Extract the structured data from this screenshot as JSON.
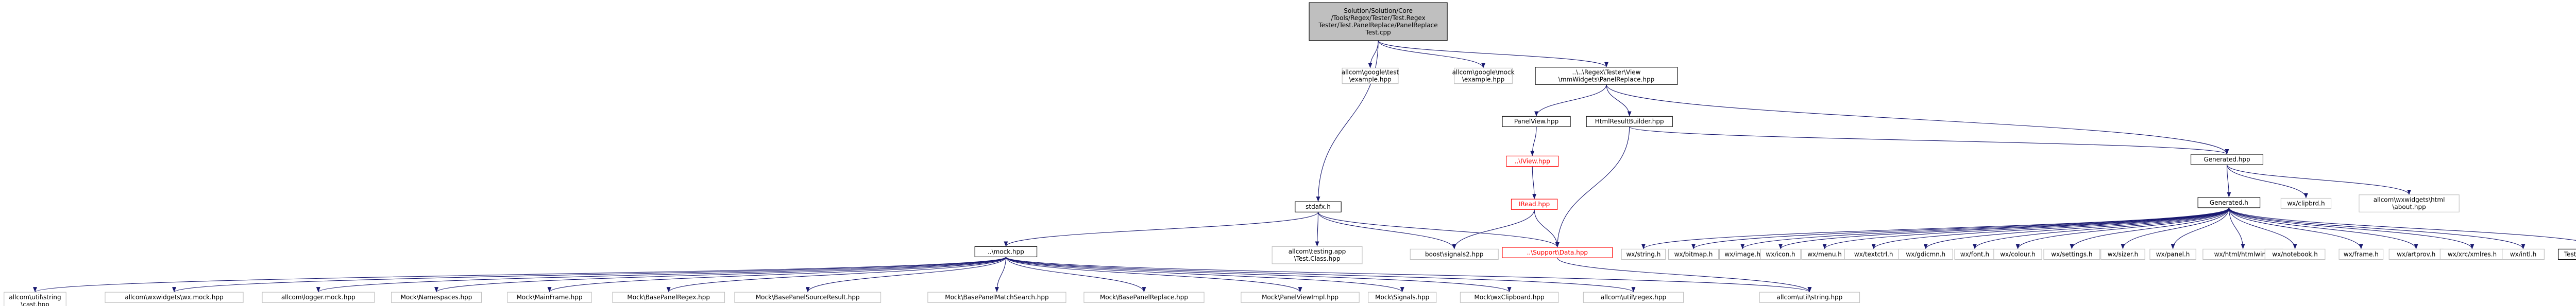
{
  "style": {
    "edge_color": "#191970",
    "text_color": "#000000",
    "normal_border": "#000000",
    "missing_border": "#bfbfbf",
    "broken_border": "#ff0000",
    "root_fill": "#bfbfbf",
    "normal_fill": "#ffffff"
  },
  "nodes": [
    {
      "id": "root",
      "kind": "root",
      "lines": [
        "Solution/Solution/Core",
        "/Tools/Regex/Tester/Test.Regex",
        "Tester/Test.PanelReplace/PanelReplace",
        "Test.cpp"
      ]
    },
    {
      "id": "gtest",
      "kind": "missing",
      "lines": [
        "allcom\\google\\test",
        "\\example.hpp"
      ]
    },
    {
      "id": "gmock",
      "kind": "missing",
      "lines": [
        "allcom\\google\\mock",
        "\\example.hpp"
      ]
    },
    {
      "id": "panelreplace",
      "kind": "normal",
      "lines": [
        "..\\..\\Regex\\Tester\\View",
        "\\mmWidgets\\PanelReplace.hpp"
      ]
    },
    {
      "id": "stdafx",
      "kind": "normal",
      "lines": [
        "stdafx.h"
      ]
    },
    {
      "id": "panelview",
      "kind": "normal",
      "lines": [
        "PanelView.hpp"
      ]
    },
    {
      "id": "htmlresult",
      "kind": "normal",
      "lines": [
        "HtmlResultBuilder.hpp"
      ]
    },
    {
      "id": "iview",
      "kind": "broken",
      "lines": [
        "..\\IView.hpp"
      ]
    },
    {
      "id": "iread",
      "kind": "broken",
      "lines": [
        "IRead.hpp"
      ]
    },
    {
      "id": "support",
      "kind": "broken",
      "lines": [
        "..\\Support\\Data.hpp"
      ]
    },
    {
      "id": "generatedhpp",
      "kind": "normal",
      "lines": [
        "Generated.hpp"
      ]
    },
    {
      "id": "clipbrd1",
      "kind": "missing",
      "lines": [
        "wx/clipbrd.h"
      ]
    },
    {
      "id": "htmlabout",
      "kind": "missing",
      "lines": [
        "allcom\\wxwidgets\\html",
        "\\about.hpp"
      ]
    },
    {
      "id": "generatedh",
      "kind": "normal",
      "lines": [
        "Generated.h"
      ]
    },
    {
      "id": "boostsignals",
      "kind": "missing",
      "lines": [
        "boost\\signals2.hpp"
      ]
    },
    {
      "id": "testclass",
      "kind": "missing",
      "lines": [
        "allcom\\testing.app",
        "\\Test.Class.hpp"
      ]
    },
    {
      "id": "mock",
      "kind": "normal",
      "lines": [
        "..\\mock.hpp"
      ]
    },
    {
      "id": "g_string",
      "kind": "missing",
      "lines": [
        "wx/string.h"
      ]
    },
    {
      "id": "g_bitmap",
      "kind": "missing",
      "lines": [
        "wx/bitmap.h"
      ]
    },
    {
      "id": "g_image",
      "kind": "missing",
      "lines": [
        "wx/image.h"
      ]
    },
    {
      "id": "g_icon",
      "kind": "missing",
      "lines": [
        "wx/icon.h"
      ]
    },
    {
      "id": "g_menu",
      "kind": "missing",
      "lines": [
        "wx/menu.h"
      ]
    },
    {
      "id": "g_textctrl",
      "kind": "missing",
      "lines": [
        "wx/textctrl.h"
      ]
    },
    {
      "id": "g_gdicmn",
      "kind": "missing",
      "lines": [
        "wx/gdicmn.h"
      ]
    },
    {
      "id": "g_font",
      "kind": "missing",
      "lines": [
        "wx/font.h"
      ]
    },
    {
      "id": "g_colour",
      "kind": "missing",
      "lines": [
        "wx/colour.h"
      ]
    },
    {
      "id": "g_settings",
      "kind": "missing",
      "lines": [
        "wx/settings.h"
      ]
    },
    {
      "id": "g_sizer",
      "kind": "missing",
      "lines": [
        "wx/sizer.h"
      ]
    },
    {
      "id": "g_panel",
      "kind": "missing",
      "lines": [
        "wx/panel.h"
      ]
    },
    {
      "id": "g_htmlwin",
      "kind": "missing",
      "lines": [
        "wx/html/htmlwin.h"
      ]
    },
    {
      "id": "g_notebook",
      "kind": "missing",
      "lines": [
        "wx/notebook.h"
      ]
    },
    {
      "id": "g_frame",
      "kind": "missing",
      "lines": [
        "wx/frame.h"
      ]
    },
    {
      "id": "g_artprov",
      "kind": "missing",
      "lines": [
        "wx/artprov.h"
      ]
    },
    {
      "id": "g_xrc",
      "kind": "missing",
      "lines": [
        "wx/xrc/xmlres.h"
      ]
    },
    {
      "id": "g_intl",
      "kind": "missing",
      "lines": [
        "wx/intl.h"
      ]
    },
    {
      "id": "g_testrepl",
      "kind": "normal",
      "lines": [
        "Test\\TrlReplaceSpace.hpp"
      ]
    },
    {
      "id": "m_cstring",
      "kind": "missing",
      "lines": [
        "allcom\\util\\string",
        "\\cast.hpp"
      ]
    },
    {
      "id": "m_wxmock",
      "kind": "missing",
      "lines": [
        "allcom\\wxwidgets\\wx.mock.hpp"
      ]
    },
    {
      "id": "m_logger",
      "kind": "missing",
      "lines": [
        "allcom\\logger.mock.hpp"
      ]
    },
    {
      "id": "m_namespaces",
      "kind": "missing",
      "lines": [
        "Mock\\Namespaces.hpp"
      ]
    },
    {
      "id": "m_mainframe",
      "kind": "missing",
      "lines": [
        "Mock\\MainFrame.hpp"
      ]
    },
    {
      "id": "m_regex",
      "kind": "missing",
      "lines": [
        "Mock\\BasePanelRegex.hpp"
      ]
    },
    {
      "id": "m_source",
      "kind": "missing",
      "lines": [
        "Mock\\BasePanelSourceResult.hpp"
      ]
    },
    {
      "id": "m_match",
      "kind": "missing",
      "lines": [
        "Mock\\BasePanelMatchSearch.hpp"
      ]
    },
    {
      "id": "m_replace",
      "kind": "missing",
      "lines": [
        "Mock\\BasePanelReplace.hpp"
      ]
    },
    {
      "id": "m_viewimpl",
      "kind": "missing",
      "lines": [
        "Mock\\PanelViewImpl.hpp"
      ]
    },
    {
      "id": "m_signals",
      "kind": "missing",
      "lines": [
        "Mock\\Signals.hpp"
      ]
    },
    {
      "id": "m_clipboard",
      "kind": "missing",
      "lines": [
        "Mock\\wxClipboard.hpp"
      ]
    },
    {
      "id": "m_regexutil",
      "kind": "missing",
      "lines": [
        "allcom\\util\\regex.hpp"
      ]
    },
    {
      "id": "m_ustring",
      "kind": "missing",
      "lines": [
        "allcom\\util\\string.hpp"
      ]
    }
  ],
  "edges": [
    [
      "root",
      "gtest"
    ],
    [
      "root",
      "gmock"
    ],
    [
      "root",
      "panelreplace"
    ],
    [
      "root",
      "stdafx"
    ],
    [
      "panelreplace",
      "panelview"
    ],
    [
      "panelreplace",
      "htmlresult"
    ],
    [
      "panelreplace",
      "generatedhpp"
    ],
    [
      "panelview",
      "iview"
    ],
    [
      "iview",
      "iread"
    ],
    [
      "iread",
      "support"
    ],
    [
      "iread",
      "boostsignals"
    ],
    [
      "htmlresult",
      "support"
    ],
    [
      "htmlresult",
      "generatedhpp"
    ],
    [
      "generatedhpp",
      "generatedh"
    ],
    [
      "generatedhpp",
      "clipbrd1"
    ],
    [
      "generatedhpp",
      "htmlabout"
    ],
    [
      "generatedh",
      "g_string"
    ],
    [
      "generatedh",
      "g_bitmap"
    ],
    [
      "generatedh",
      "g_image"
    ],
    [
      "generatedh",
      "g_icon"
    ],
    [
      "generatedh",
      "g_menu"
    ],
    [
      "generatedh",
      "g_textctrl"
    ],
    [
      "generatedh",
      "g_gdicmn"
    ],
    [
      "generatedh",
      "g_font"
    ],
    [
      "generatedh",
      "g_colour"
    ],
    [
      "generatedh",
      "g_settings"
    ],
    [
      "generatedh",
      "g_sizer"
    ],
    [
      "generatedh",
      "g_panel"
    ],
    [
      "generatedh",
      "g_htmlwin"
    ],
    [
      "generatedh",
      "g_notebook"
    ],
    [
      "generatedh",
      "g_frame"
    ],
    [
      "generatedh",
      "g_artprov"
    ],
    [
      "generatedh",
      "g_xrc"
    ],
    [
      "generatedh",
      "g_intl"
    ],
    [
      "generatedh",
      "g_testrepl"
    ],
    [
      "stdafx",
      "mock"
    ],
    [
      "stdafx",
      "testclass"
    ],
    [
      "stdafx",
      "boostsignals"
    ],
    [
      "stdafx",
      "support"
    ],
    [
      "mock",
      "m_cstring"
    ],
    [
      "mock",
      "m_wxmock"
    ],
    [
      "mock",
      "m_logger"
    ],
    [
      "mock",
      "m_namespaces"
    ],
    [
      "mock",
      "m_mainframe"
    ],
    [
      "mock",
      "m_regex"
    ],
    [
      "mock",
      "m_source"
    ],
    [
      "mock",
      "m_match"
    ],
    [
      "mock",
      "m_replace"
    ],
    [
      "mock",
      "m_viewimpl"
    ],
    [
      "mock",
      "m_signals"
    ],
    [
      "mock",
      "m_clipboard"
    ],
    [
      "mock",
      "m_regexutil"
    ],
    [
      "mock",
      "m_ustring"
    ],
    [
      "support",
      "m_ustring"
    ]
  ]
}
